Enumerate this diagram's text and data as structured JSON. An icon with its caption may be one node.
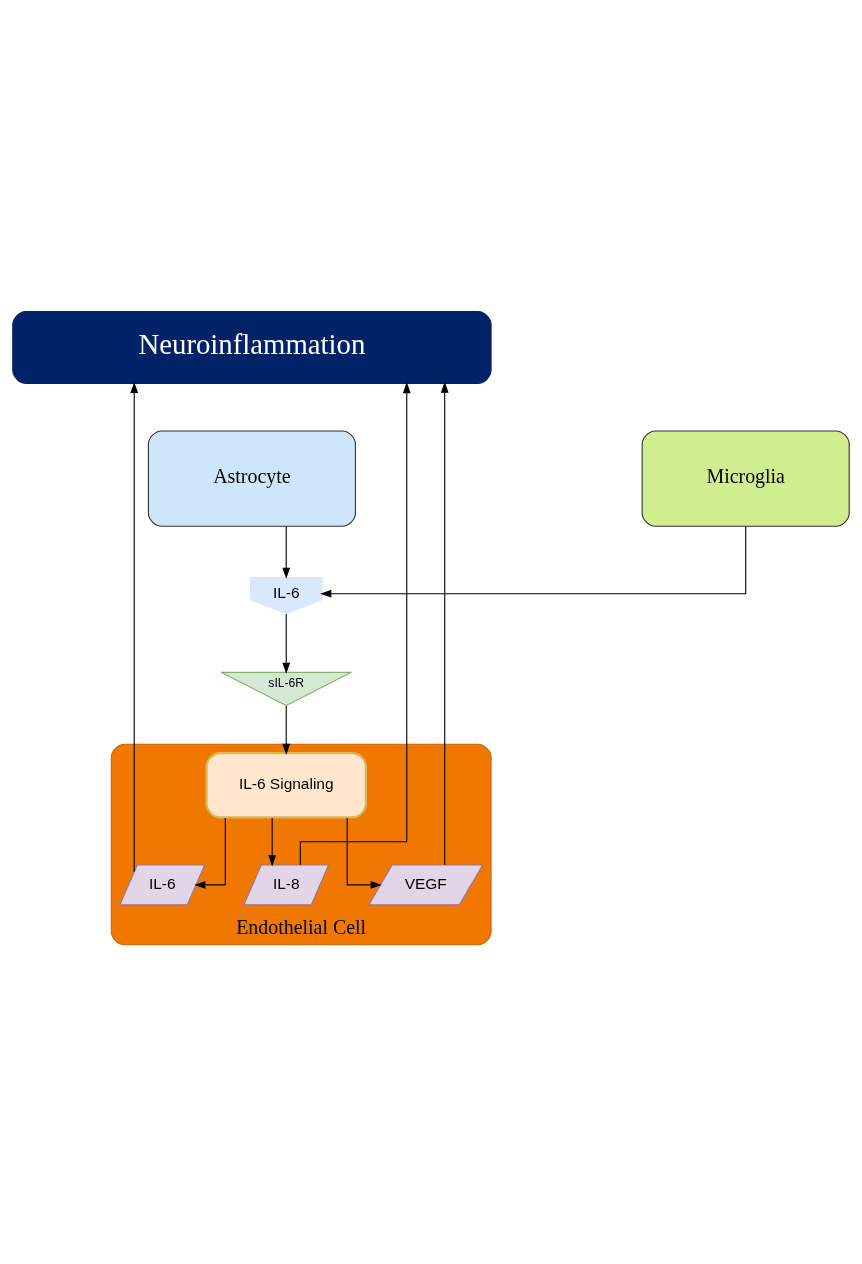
{
  "diagram": {
    "nodes": [
      {
        "text": [
          "Neuroinflammation"
        ]
      },
      {
        "text": [
          "Astrocyte"
        ]
      },
      {
        "text": [
          "Microglia"
        ]
      },
      {
        "text": [
          "IL-6"
        ]
      },
      {
        "text": [
          "sIL-6R"
        ]
      },
      {
        "text": [
          "Endothelial Cell"
        ]
      },
      {
        "text": [
          "IL-6 Signaling"
        ],
        "in": 5
      },
      {
        "text": [
          "IL-6"
        ],
        "in": 5
      },
      {
        "text": [
          "IL-8"
        ],
        "in": 5
      },
      {
        "text": [
          "VEGF"
        ],
        "in": 5
      }
    ],
    "edges": [
      {
        "from": 1,
        "to": 3,
        "arrow": "to"
      },
      {
        "from": 2,
        "to": 3,
        "arrow": "to"
      },
      {
        "from": 3,
        "to": 4,
        "arrow": "to"
      },
      {
        "from": 4,
        "to": 6,
        "arrow": "to"
      },
      {
        "from": 6,
        "to": 7,
        "arrow": "to"
      },
      {
        "from": 6,
        "to": 8,
        "arrow": "to"
      },
      {
        "from": 6,
        "to": 9,
        "arrow": "to"
      },
      {
        "from": 7,
        "to": 0,
        "arrow": "to"
      },
      {
        "from": 8,
        "to": 0,
        "arrow": "to"
      },
      {
        "from": 9,
        "to": 0,
        "arrow": "to"
      }
    ]
  }
}
